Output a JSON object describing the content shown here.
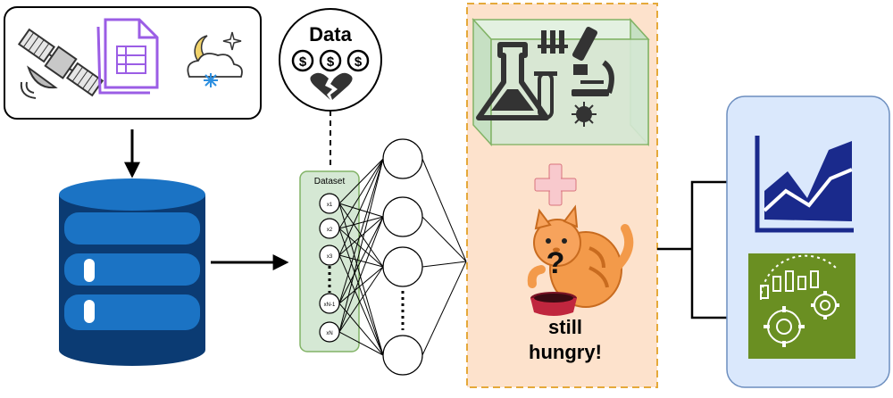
{
  "data_bubble": {
    "title": "Data",
    "coin_symbol": "$",
    "coin_count": 3,
    "icons": [
      "dollar-coin-icon",
      "broken-heart-icon"
    ]
  },
  "sources": {
    "icons": [
      "satellite-icon",
      "document-icon",
      "weather-icon"
    ]
  },
  "database": {
    "icon": "database-icon"
  },
  "dataset": {
    "title": "Dataset",
    "nodes": [
      "x1",
      "x2",
      "x3",
      "xN-1",
      "xN"
    ]
  },
  "network": {
    "hidden_visible_nodes": 4,
    "ellipsis": true
  },
  "lab": {
    "icons": [
      "flask-icon",
      "test-tube-rack-icon",
      "microscope-icon",
      "virus-icon"
    ],
    "plus_symbol": "+",
    "cat_icon": "hungry-cat-icon",
    "question_mark": "?",
    "caption_line1": "still",
    "caption_line2": "hungry!"
  },
  "outputs": {
    "icons": [
      "area-chart-icon",
      "analytics-gears-icon"
    ]
  },
  "colors": {
    "orange_panel": "#fde2cc",
    "orange_border": "#e5a93a",
    "green_cube": "#d5e8d4",
    "green_cube_border": "#82b366",
    "blue_panel": "#dae8fc",
    "blue_panel_border": "#6c8ebf",
    "chart_blue": "#1a2a8c",
    "analytics_green": "#6a8f22",
    "db_blue": "#1b73c4",
    "db_dark": "#0b3b73",
    "doc_purple": "#9b5de5"
  }
}
